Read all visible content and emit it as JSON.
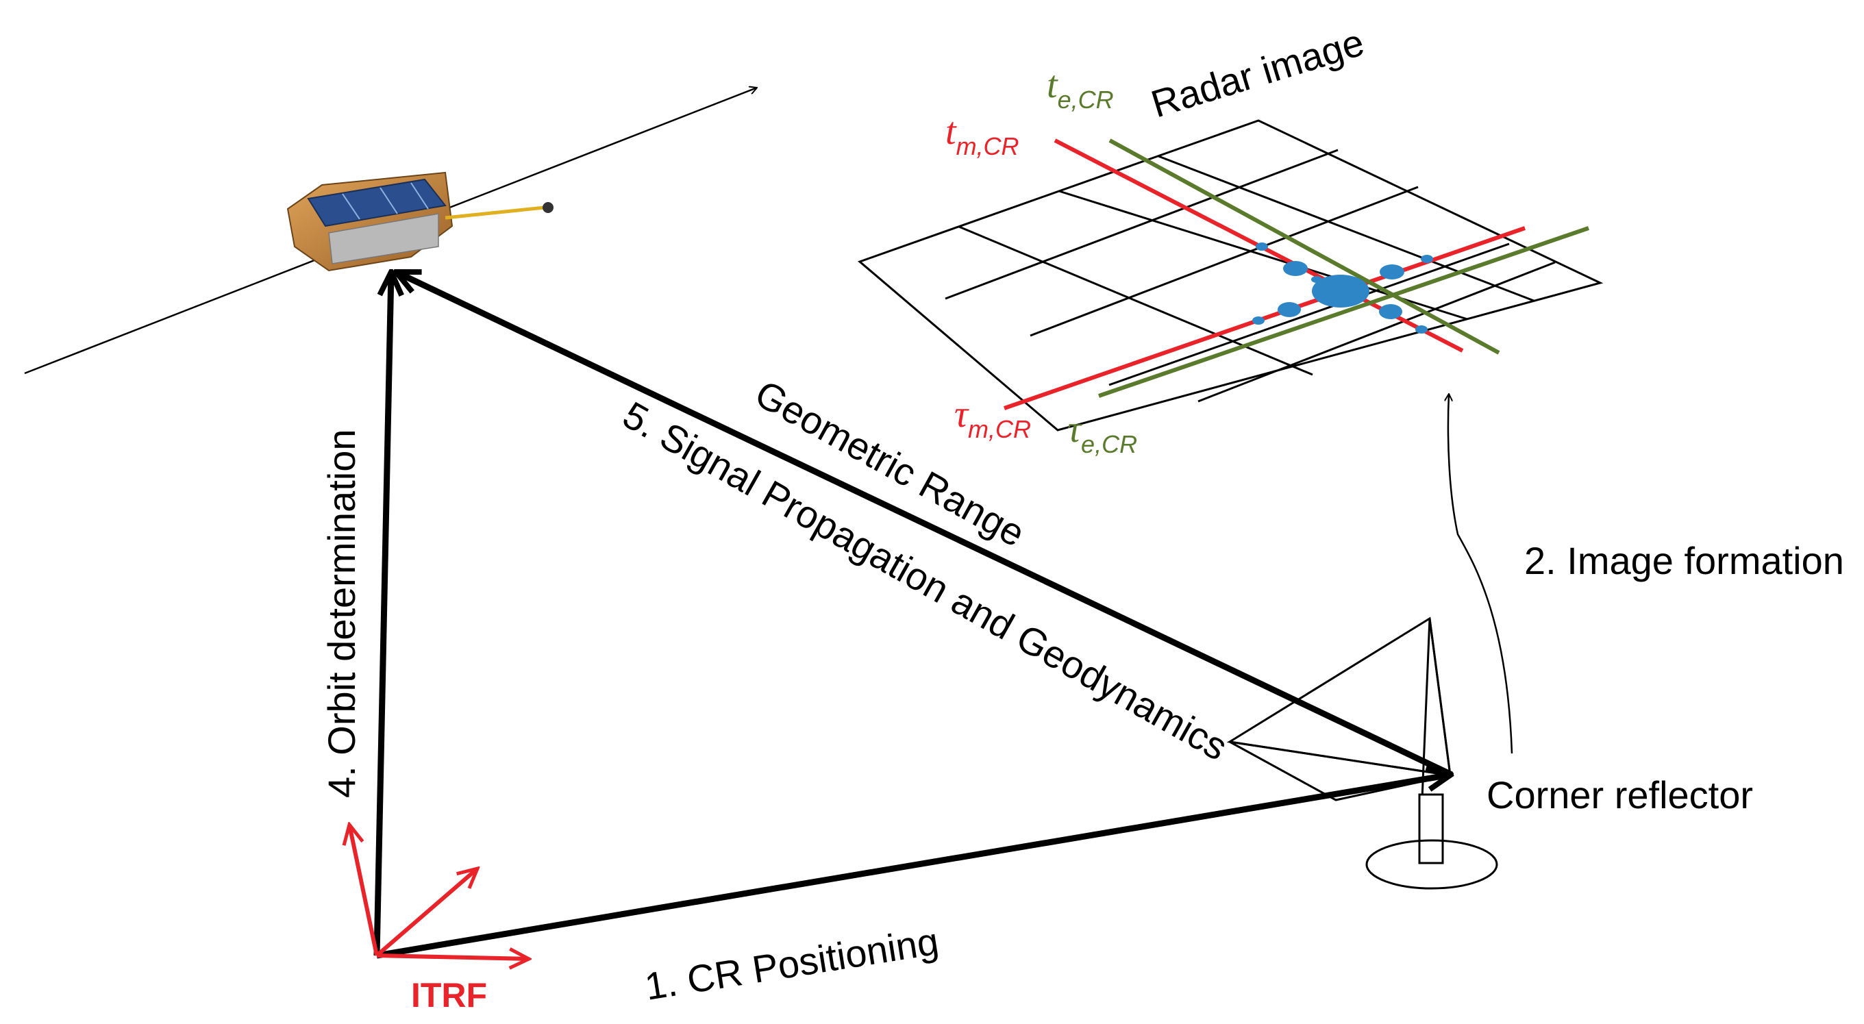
{
  "labels": {
    "radar_image": "Radar image",
    "geometric_range": "Geometric Range",
    "signal_propagation": "5. Signal Propagation and Geodynamics",
    "orbit_determination": "4. Orbit determination",
    "image_formation": "2. Image formation",
    "corner_reflector": "Corner reflector",
    "cr_positioning": "1. CR Positioning",
    "itrf": "ITRF"
  },
  "symbols": {
    "t_m_cr": {
      "base": "t",
      "sub": "m,CR"
    },
    "t_e_cr": {
      "base": "t",
      "sub": "e,CR"
    },
    "tau_m_cr": {
      "base": "τ",
      "sub": "m,CR"
    },
    "tau_e_cr": {
      "base": "τ",
      "sub": "e,CR"
    }
  },
  "colors": {
    "red": "#e8242a",
    "green": "#5a7a2c",
    "blue": "#2e86c6",
    "black": "#000000",
    "satellite_body": "#c98a3e",
    "satellite_panel": "#2b4f8e"
  },
  "icons": {
    "satellite": "satellite-icon",
    "corner_reflector": "corner-reflector-icon",
    "itrf_axes": "coordinate-axes-icon"
  }
}
